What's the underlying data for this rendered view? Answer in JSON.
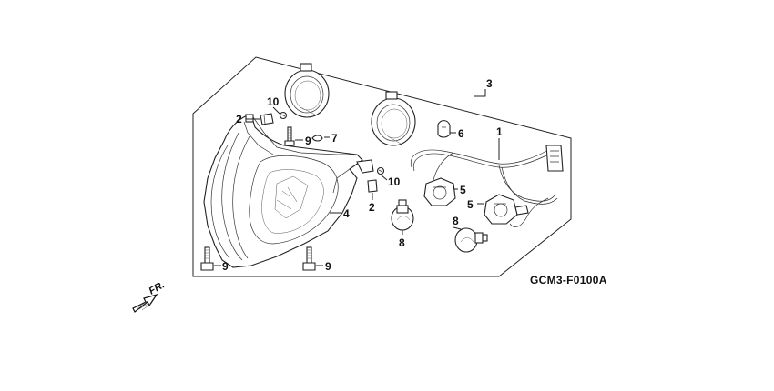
{
  "diagram": {
    "code": "GCM3-F0100A",
    "direction_label": "FR.",
    "callouts": [
      {
        "id": "c1",
        "label": "1"
      },
      {
        "id": "c2a",
        "label": "2"
      },
      {
        "id": "c2b",
        "label": "2"
      },
      {
        "id": "c3",
        "label": "3"
      },
      {
        "id": "c4",
        "label": "4"
      },
      {
        "id": "c5a",
        "label": "5"
      },
      {
        "id": "c5b",
        "label": "5"
      },
      {
        "id": "c6",
        "label": "6"
      },
      {
        "id": "c7",
        "label": "7"
      },
      {
        "id": "c8a",
        "label": "8"
      },
      {
        "id": "c8b",
        "label": "8"
      },
      {
        "id": "c9a",
        "label": "9"
      },
      {
        "id": "c9b",
        "label": "9"
      },
      {
        "id": "c9c",
        "label": "9"
      },
      {
        "id": "c10a",
        "label": "10"
      },
      {
        "id": "c10b",
        "label": "10"
      }
    ]
  }
}
